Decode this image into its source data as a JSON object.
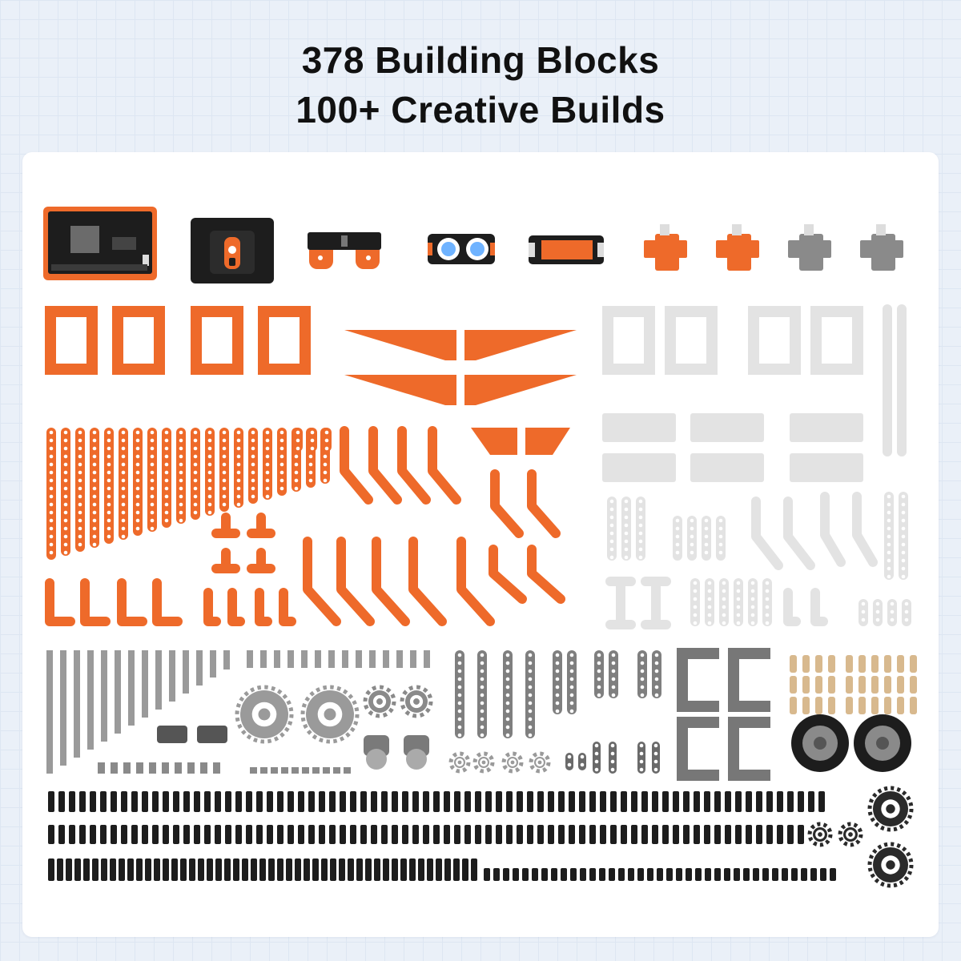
{
  "headline": {
    "line1": "378 Building Blocks",
    "line2": "100+ Creative Builds"
  },
  "colors": {
    "orange": "#ee6a2a",
    "dark_orange": "#c9541c",
    "light_gray": "#e3e3e3",
    "mid_gray": "#8a8a8a",
    "dark_gray": "#555555",
    "black": "#1d1d1d",
    "tan": "#d8b98e",
    "blue_led": "#6fb3ff"
  },
  "parts_overview": {
    "electronics": [
      "controller-board",
      "battery-box",
      "line-sensor",
      "ultrasonic-sensor",
      "led-matrix",
      "servo-orange",
      "servo-orange",
      "servo-gray",
      "servo-gray"
    ],
    "wheels": 2
  }
}
